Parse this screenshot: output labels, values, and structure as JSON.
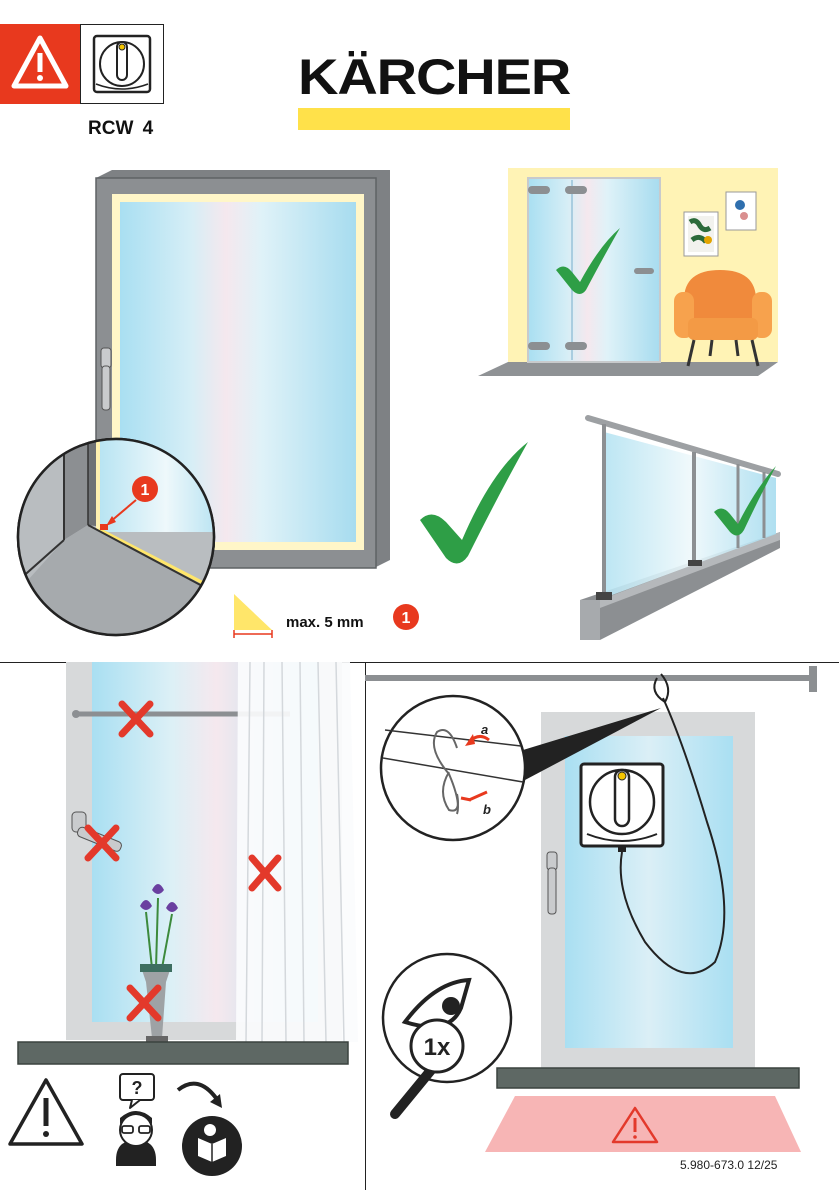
{
  "header": {
    "model": "RCW 4",
    "brand": "KÄRCHER",
    "warning_icon": "warning-triangle-icon",
    "device_icon": "window-robot-icon"
  },
  "gap_spec": {
    "label": "max. 5 mm",
    "callout_number": "1"
  },
  "callouts": {
    "zoom_number": "1",
    "rope_a": "a",
    "rope_b": "b",
    "inspect_count": "1x",
    "question": "?"
  },
  "footer": {
    "doc_code": "5.980-673.0  12/25"
  },
  "colors": {
    "brand_yellow": "#ffe14a",
    "warning_red": "#e8391e",
    "check_green": "#2e9e46",
    "cross_red": "#e3392b",
    "frame_gray": "#8a8d90"
  }
}
